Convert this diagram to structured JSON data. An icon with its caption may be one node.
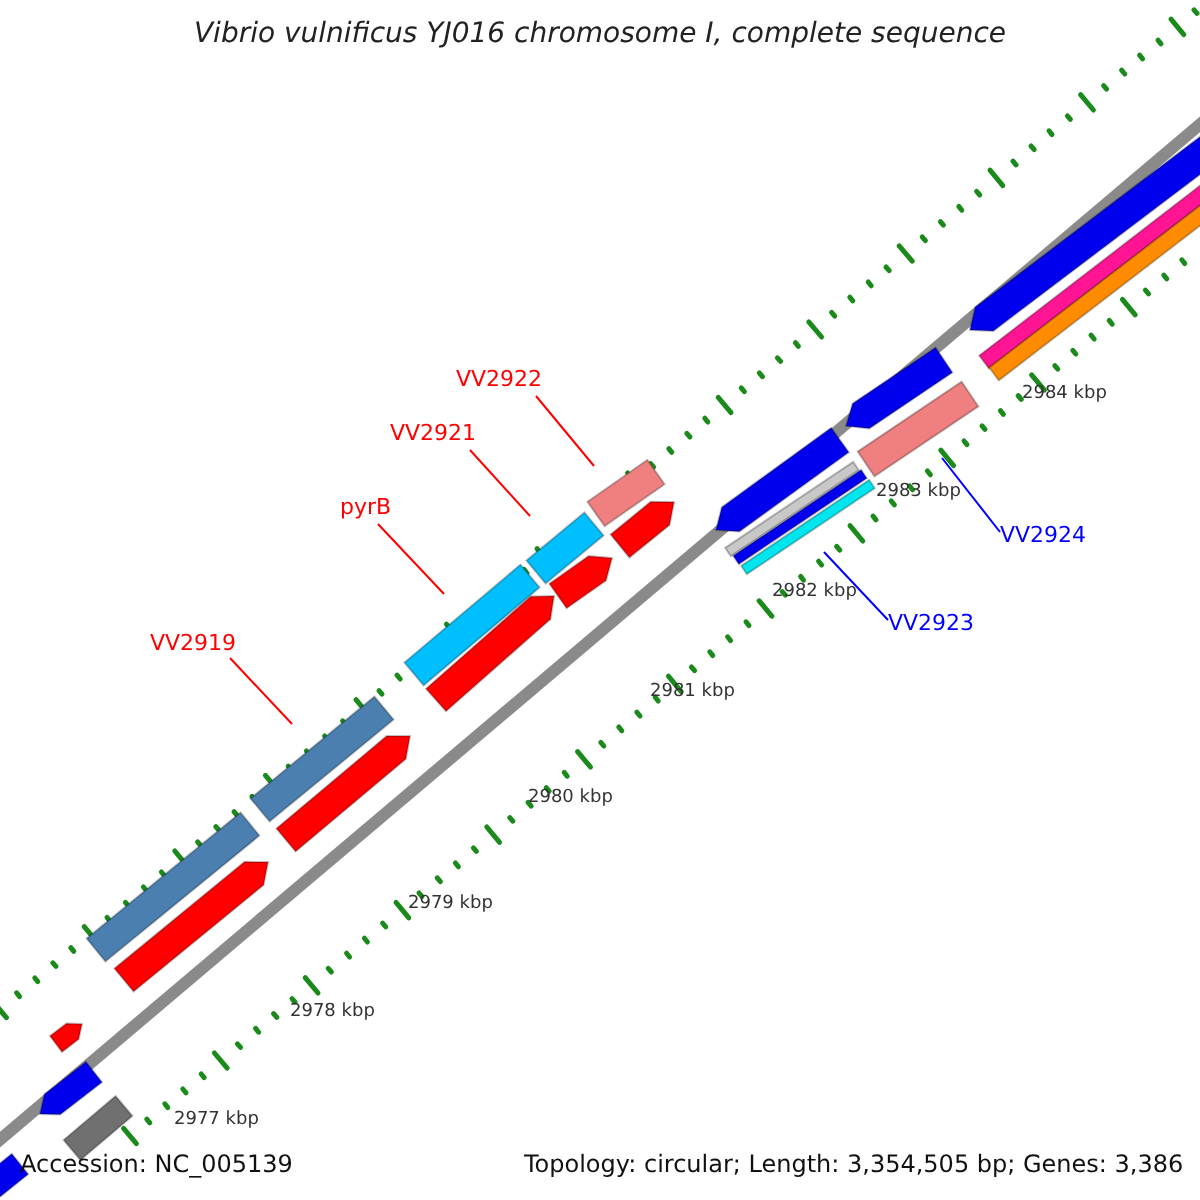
{
  "diagram": {
    "title": "Vibrio vulnificus YJ016 chromosome I, complete sequence",
    "nodes": [
      {
        "text": [
          "VV2922"
        ]
      },
      {
        "text": [
          "VV2921"
        ]
      },
      {
        "text": [
          "pyrB"
        ]
      },
      {
        "text": [
          "VV2919"
        ]
      },
      {
        "text": [
          "VV2923"
        ]
      },
      {
        "text": [
          "VV2924"
        ]
      },
      {
        "text": [],
        "shape": "bar"
      },
      {
        "text": [],
        "shape": "bar"
      },
      {
        "text": [],
        "shape": "bar"
      },
      {
        "text": [],
        "shape": "bar"
      },
      {
        "text": [],
        "shape": "bar"
      },
      {
        "text": [],
        "shape": "bar"
      },
      {
        "text": [],
        "shape": "pentagon"
      },
      {
        "text": [],
        "shape": "pentagon"
      },
      {
        "text": [],
        "shape": "pentagon"
      },
      {
        "text": [],
        "shape": "bar"
      },
      {
        "text": [],
        "shape": "bar"
      },
      {
        "text": [],
        "shape": "pentagon"
      },
      {
        "text": [],
        "shape": "pentagon"
      },
      {
        "text": [],
        "shape": "pentagon"
      },
      {
        "text": [],
        "shape": "pentagon"
      },
      {
        "text": [],
        "shape": "pentagon"
      },
      {
        "text": [],
        "shape": "pentagon"
      },
      {
        "text": [],
        "shape": "pentagon"
      },
      {
        "text": [],
        "shape": "pentagon"
      },
      {
        "text": [],
        "shape": "bar"
      },
      {
        "text": [],
        "shape": "bar"
      }
    ],
    "edges": [
      {
        "from": 0,
        "to": 6,
        "arrow": "none"
      },
      {
        "from": 1,
        "to": 7,
        "arrow": "none"
      },
      {
        "from": 2,
        "to": 8,
        "arrow": "none"
      },
      {
        "from": 3,
        "to": 9,
        "arrow": "none"
      },
      {
        "from": 4,
        "to": 10,
        "arrow": "none",
        "color": "#0000ff"
      },
      {
        "from": 5,
        "to": 11,
        "arrow": "none",
        "color": "#0000ff"
      }
    ],
    "labels": [
      "2984 kbp",
      "2983 kbp",
      "2982 kbp",
      "2981 kbp",
      "2980 kbp",
      "2979 kbp",
      "2978 kbp",
      "2977 kbp",
      "Accession: NC_005139",
      "Topology: circular; Length: 3,354,505 bp; Genes: 3,386"
    ]
  }
}
